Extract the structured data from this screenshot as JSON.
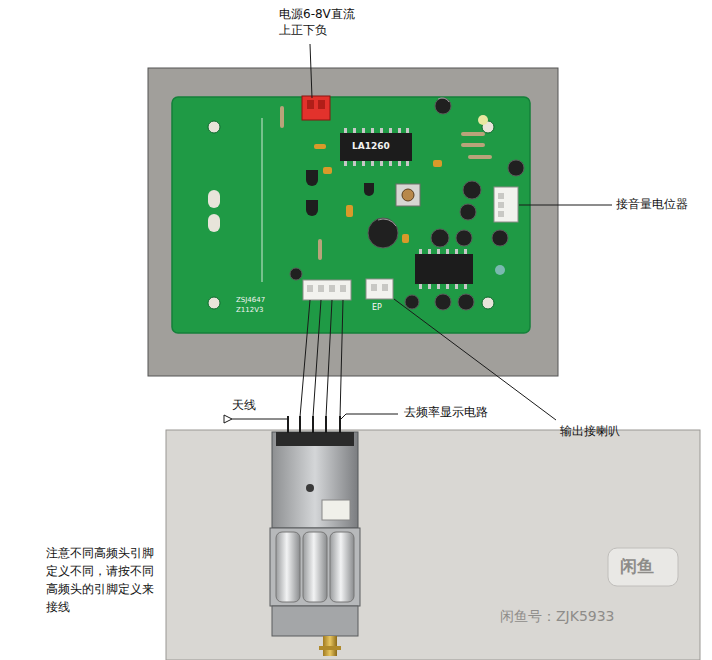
{
  "diagram": {
    "labels": [
      "电源6-8V直流 上正下负",
      "LA1260",
      "接音量电位器",
      "ZSJ4647",
      "Z112V3",
      "EP",
      "天线",
      "去频率显示电路",
      "输出接喇叭",
      "注意不同高频头引脚定义不同，请按不同高频头的引脚定义来接线",
      "闲鱼",
      "闲鱼号：ZJK5933"
    ]
  }
}
